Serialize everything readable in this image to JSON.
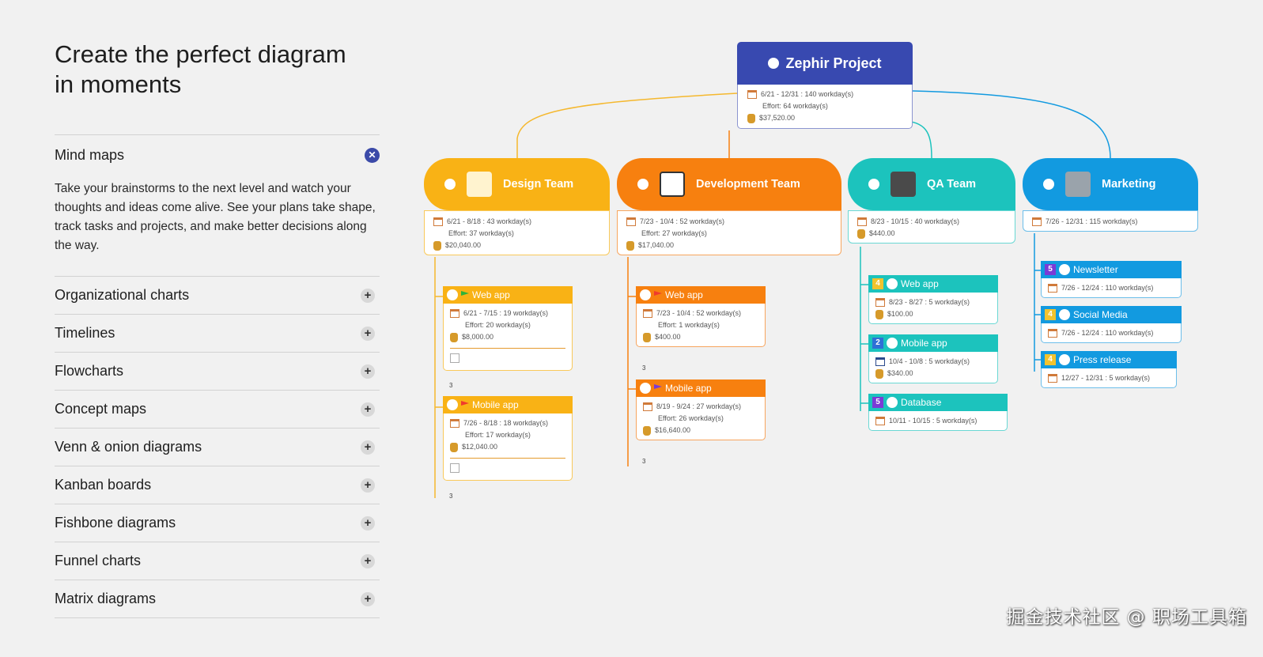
{
  "headline": "Create the perfect diagram in moments",
  "accordion": {
    "open": {
      "title": "Mind maps",
      "description": "Take your brainstorms to the next level and watch your thoughts and ideas come alive. See your plans take shape, track tasks and projects, and make better decisions along the way.",
      "icon": "close-icon"
    },
    "items": [
      {
        "label": "Organizational charts"
      },
      {
        "label": "Timelines"
      },
      {
        "label": "Flowcharts"
      },
      {
        "label": "Concept maps"
      },
      {
        "label": "Venn & onion diagrams"
      },
      {
        "label": "Kanban boards"
      },
      {
        "label": "Fishbone diagrams"
      },
      {
        "label": "Funnel charts"
      },
      {
        "label": "Matrix diagrams"
      }
    ]
  },
  "mindmap": {
    "root": {
      "title": "Zephir Project",
      "dates": "6/21 - 12/31 : 140 workday(s)",
      "effort": "Effort: 64 workday(s)",
      "cost": "$37,520.00",
      "color": "#3849b0"
    },
    "teams": [
      {
        "title": "Design Team",
        "dates": "6/21 - 8/18 : 43 workday(s)",
        "effort": "Effort: 37 workday(s)",
        "cost": "$20,040.00",
        "color": "#f9b215"
      },
      {
        "title": "Development Team",
        "dates": "7/23 - 10/4 : 52 workday(s)",
        "effort": "Effort: 27 workday(s)",
        "cost": "$17,040.00",
        "color": "#f7800f"
      },
      {
        "title": "QA Team",
        "dates": "8/23 - 10/15 : 40 workday(s)",
        "cost": "$440.00",
        "color": "#1cc3bd"
      },
      {
        "title": "Marketing",
        "dates": "7/26 - 12/31 : 115 workday(s)",
        "color": "#129ae0"
      }
    ],
    "design_tasks": [
      {
        "title": "Web app",
        "dates": "6/21 - 7/15 : 19 workday(s)",
        "effort": "Effort: 20 workday(s)",
        "cost": "$8,000.00"
      },
      {
        "title": "Mobile app",
        "dates": "7/26 - 8/18 : 18 workday(s)",
        "effort": "Effort: 17 workday(s)",
        "cost": "$12,040.00"
      }
    ],
    "dev_tasks": [
      {
        "title": "Web app",
        "dates": "7/23 - 10/4 : 52 workday(s)",
        "effort": "Effort: 1 workday(s)",
        "cost": "$400.00"
      },
      {
        "title": "Mobile app",
        "dates": "8/19 - 9/24 : 27 workday(s)",
        "effort": "Effort: 26 workday(s)",
        "cost": "$16,640.00"
      }
    ],
    "qa_tasks": [
      {
        "num": "4",
        "title": "Web app",
        "dates": "8/23 - 8/27 : 5 workday(s)",
        "cost": "$100.00"
      },
      {
        "num": "2",
        "title": "Mobile app",
        "dates": "10/4 - 10/8 : 5 workday(s)",
        "cost": "$340.00"
      },
      {
        "num": "5",
        "title": "Database",
        "dates": "10/11 - 10/15 : 5 workday(s)"
      }
    ],
    "marketing_tasks": [
      {
        "num": "5",
        "title": "Newsletter",
        "dates": "7/26 - 12/24 : 110 workday(s)"
      },
      {
        "num": "4",
        "title": "Social Media",
        "dates": "7/26 - 12/24 : 110 workday(s)"
      },
      {
        "num": "4",
        "title": "Press release",
        "dates": "12/27 - 12/31 : 5 workday(s)"
      }
    ],
    "counts": {
      "c1": "3",
      "c2": "3",
      "c3": "3",
      "c4": "3"
    }
  },
  "watermark": "掘金技术社区 @ 职场工具箱"
}
